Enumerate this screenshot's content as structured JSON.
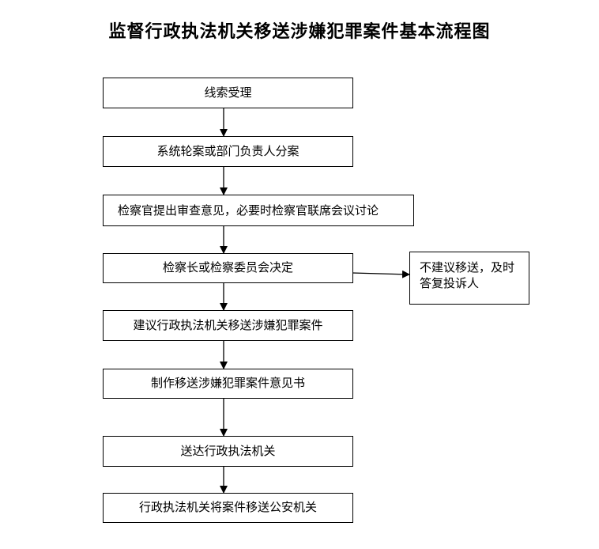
{
  "title": "监督行政执法机关移送涉嫌犯罪案件基本流程图",
  "steps": [
    "线索受理",
    "系统轮案或部门负责人分案",
    "检察官提出审查意见，必要时检察官联席会议讨论",
    "检察长或检察委员会决定",
    "建议行政执法机关移送涉嫌犯罪案件",
    "制作移送涉嫌犯罪案件意见书",
    "送达行政执法机关",
    "行政执法机关将案件移送公安机关"
  ],
  "side_box": {
    "line1": "不建议移送，及时",
    "line2": "答复投诉人"
  }
}
